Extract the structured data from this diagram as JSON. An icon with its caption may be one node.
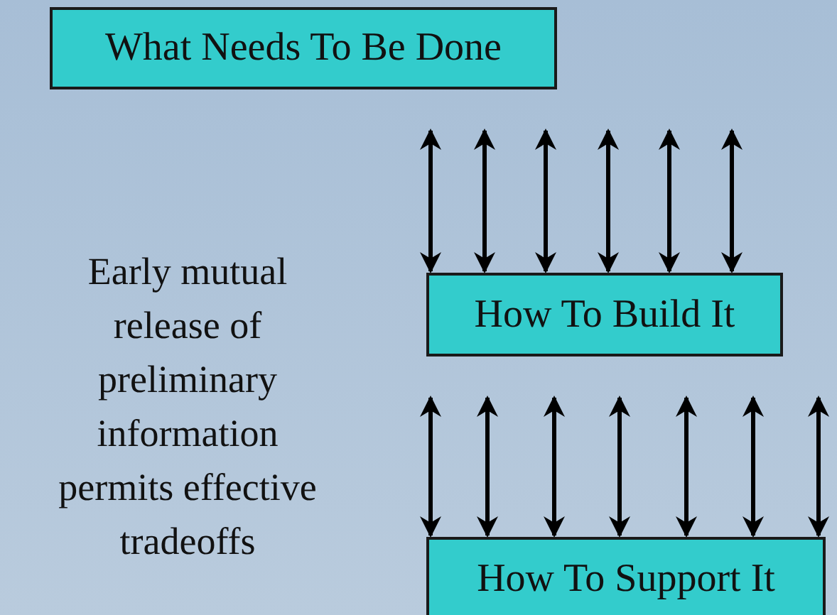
{
  "diagram": {
    "nodes": [
      {
        "text": [
          "What Needs To Be Done"
        ]
      },
      {
        "text": [
          "How To Build It"
        ]
      },
      {
        "text": [
          "How To Support It"
        ]
      }
    ],
    "edges": [
      {
        "from": 0,
        "to": 1,
        "arrow": "both"
      },
      {
        "from": 0,
        "to": 1,
        "arrow": "both"
      },
      {
        "from": 0,
        "to": 1,
        "arrow": "both"
      },
      {
        "from": null,
        "to": 1,
        "arrow": "both"
      },
      {
        "from": null,
        "to": 1,
        "arrow": "both"
      },
      {
        "from": null,
        "to": 1,
        "arrow": "both"
      },
      {
        "from": 1,
        "to": 2,
        "arrow": "both"
      },
      {
        "from": 1,
        "to": 2,
        "arrow": "both"
      },
      {
        "from": 1,
        "to": 2,
        "arrow": "both"
      },
      {
        "from": 1,
        "to": 2,
        "arrow": "both"
      },
      {
        "from": 1,
        "to": 2,
        "arrow": "both"
      },
      {
        "from": 1,
        "to": 2,
        "arrow": "both"
      },
      {
        "from": null,
        "to": 2,
        "arrow": "both"
      }
    ],
    "labels": [
      "Early mutual release of preliminary information permits effective tradeoffs"
    ]
  }
}
